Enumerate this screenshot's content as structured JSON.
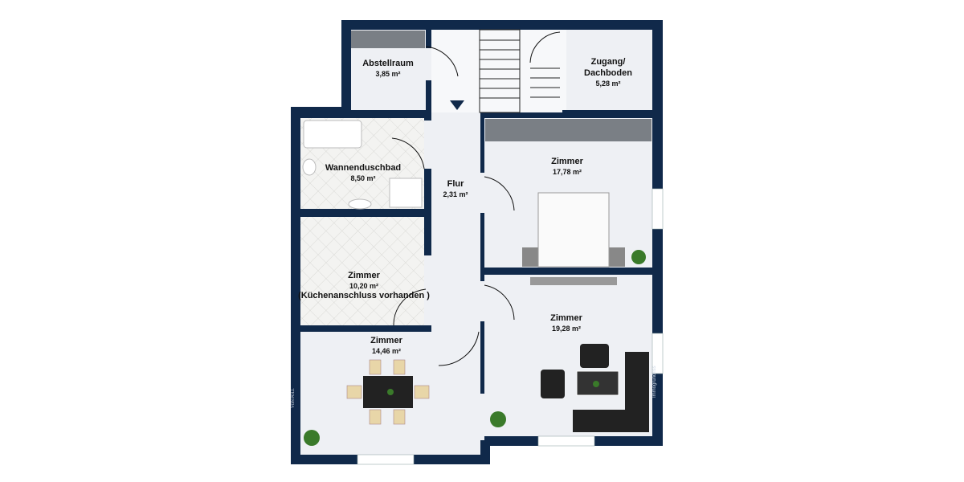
{
  "colors": {
    "wall": "#10294a",
    "floor": "#eef0f4",
    "tile": "#f2f2f0",
    "furniture": "#3a3a3a"
  },
  "rooms": [
    {
      "name": "Abstellraum",
      "area": "3,85 m²"
    },
    {
      "name": "Zugang/",
      "name2": "Dachboden",
      "area": "5,28 m²"
    },
    {
      "name": "Wannenduschbad",
      "area": "8,50 m²"
    },
    {
      "name": "Flur",
      "area": "2,31 m²"
    },
    {
      "name": "Zimmer",
      "area": "17,78 m²"
    },
    {
      "name": "Zimmer",
      "area": "10,20 m²",
      "note": "(Küchenanschluss vorhanden )"
    },
    {
      "name": "Zimmer",
      "area": "14,46 m²"
    },
    {
      "name": "Zimmer",
      "area": "19,28 m²"
    }
  ],
  "logo": "VON POLL",
  "watermark": "Immogrundriss"
}
